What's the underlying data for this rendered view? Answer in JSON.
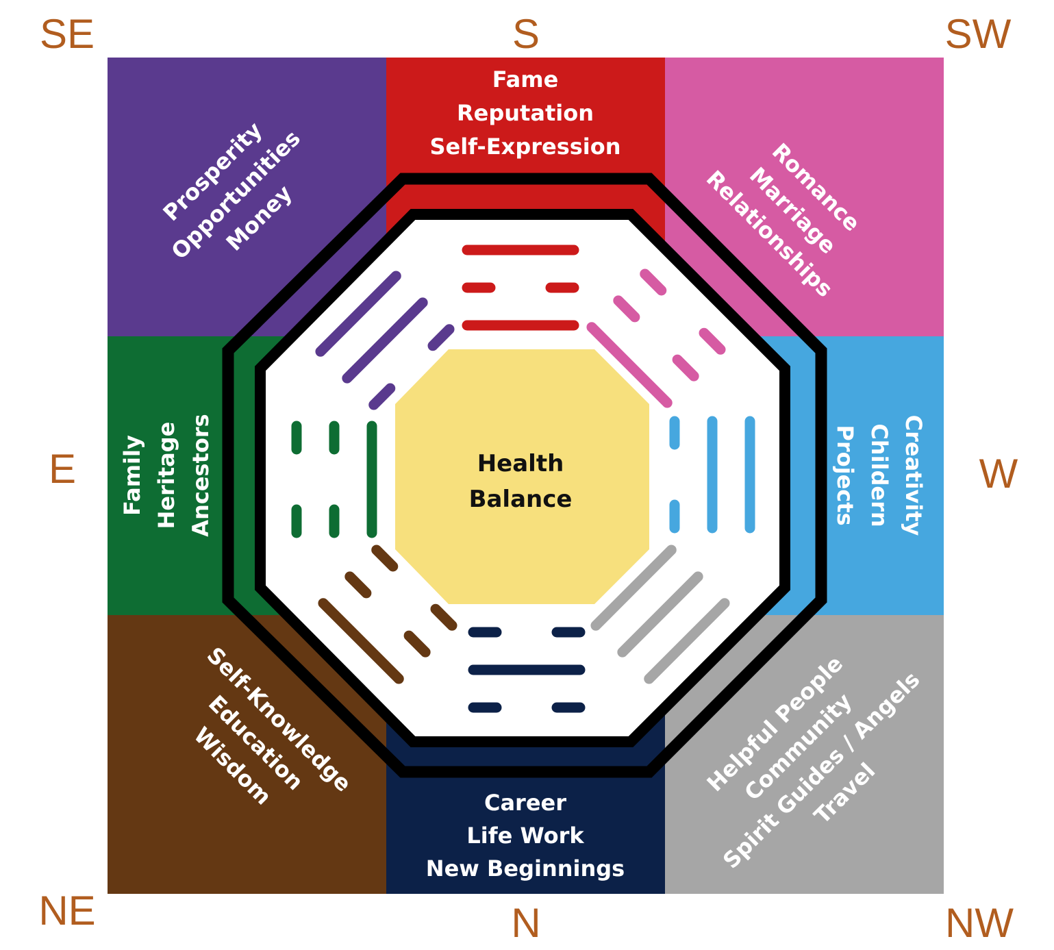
{
  "directions": {
    "se": "SE",
    "s": "S",
    "sw": "SW",
    "e": "E",
    "w": "W",
    "ne": "NE",
    "n": "N",
    "nw": "NW"
  },
  "areas": {
    "prosperity": {
      "lines": [
        "Prosperity",
        "Opportunities",
        "Money"
      ],
      "color": "#5a3a8e"
    },
    "fame": {
      "lines": [
        "Fame",
        "Reputation",
        "Self-Expression"
      ],
      "color": "#cc1a1a"
    },
    "relationships": {
      "lines": [
        "Romance",
        "Marriage",
        "Relationships"
      ],
      "color": "#d65ba3"
    },
    "family": {
      "lines": [
        "Family",
        "Heritage",
        "Ancestors"
      ],
      "color": "#0e6d33"
    },
    "children": {
      "lines": [
        "Creativity",
        "Childern",
        "Projects"
      ],
      "color": "#46a7df"
    },
    "knowledge": {
      "lines": [
        "Self-Knowledge",
        "Education",
        "Wisdom"
      ],
      "color": "#643813"
    },
    "career": {
      "lines": [
        "Career",
        "Life Work",
        "New Beginnings"
      ],
      "color": "#0c2148"
    },
    "helpful": {
      "lines": [
        "Helpful People",
        "Community",
        "Spirit Guides / Angels",
        "Travel"
      ],
      "color": "#a6a6a6"
    }
  },
  "center": {
    "lines": [
      "Health",
      "Balance"
    ],
    "color": "#f7e07d"
  },
  "trigrams": {
    "fame": [
      "solid",
      "broken",
      "solid"
    ],
    "prosperity": [
      "solid",
      "solid",
      "broken"
    ],
    "relationships": [
      "broken",
      "broken",
      "solid"
    ],
    "family": [
      "broken",
      "broken",
      "solid"
    ],
    "children": [
      "solid",
      "solid",
      "broken"
    ],
    "knowledge": [
      "solid",
      "broken",
      "broken"
    ],
    "career": [
      "broken",
      "solid",
      "broken"
    ],
    "helpful": [
      "solid",
      "solid",
      "solid"
    ]
  },
  "colors": {
    "direction_text": "#b15d1f",
    "outline": "#000000"
  }
}
